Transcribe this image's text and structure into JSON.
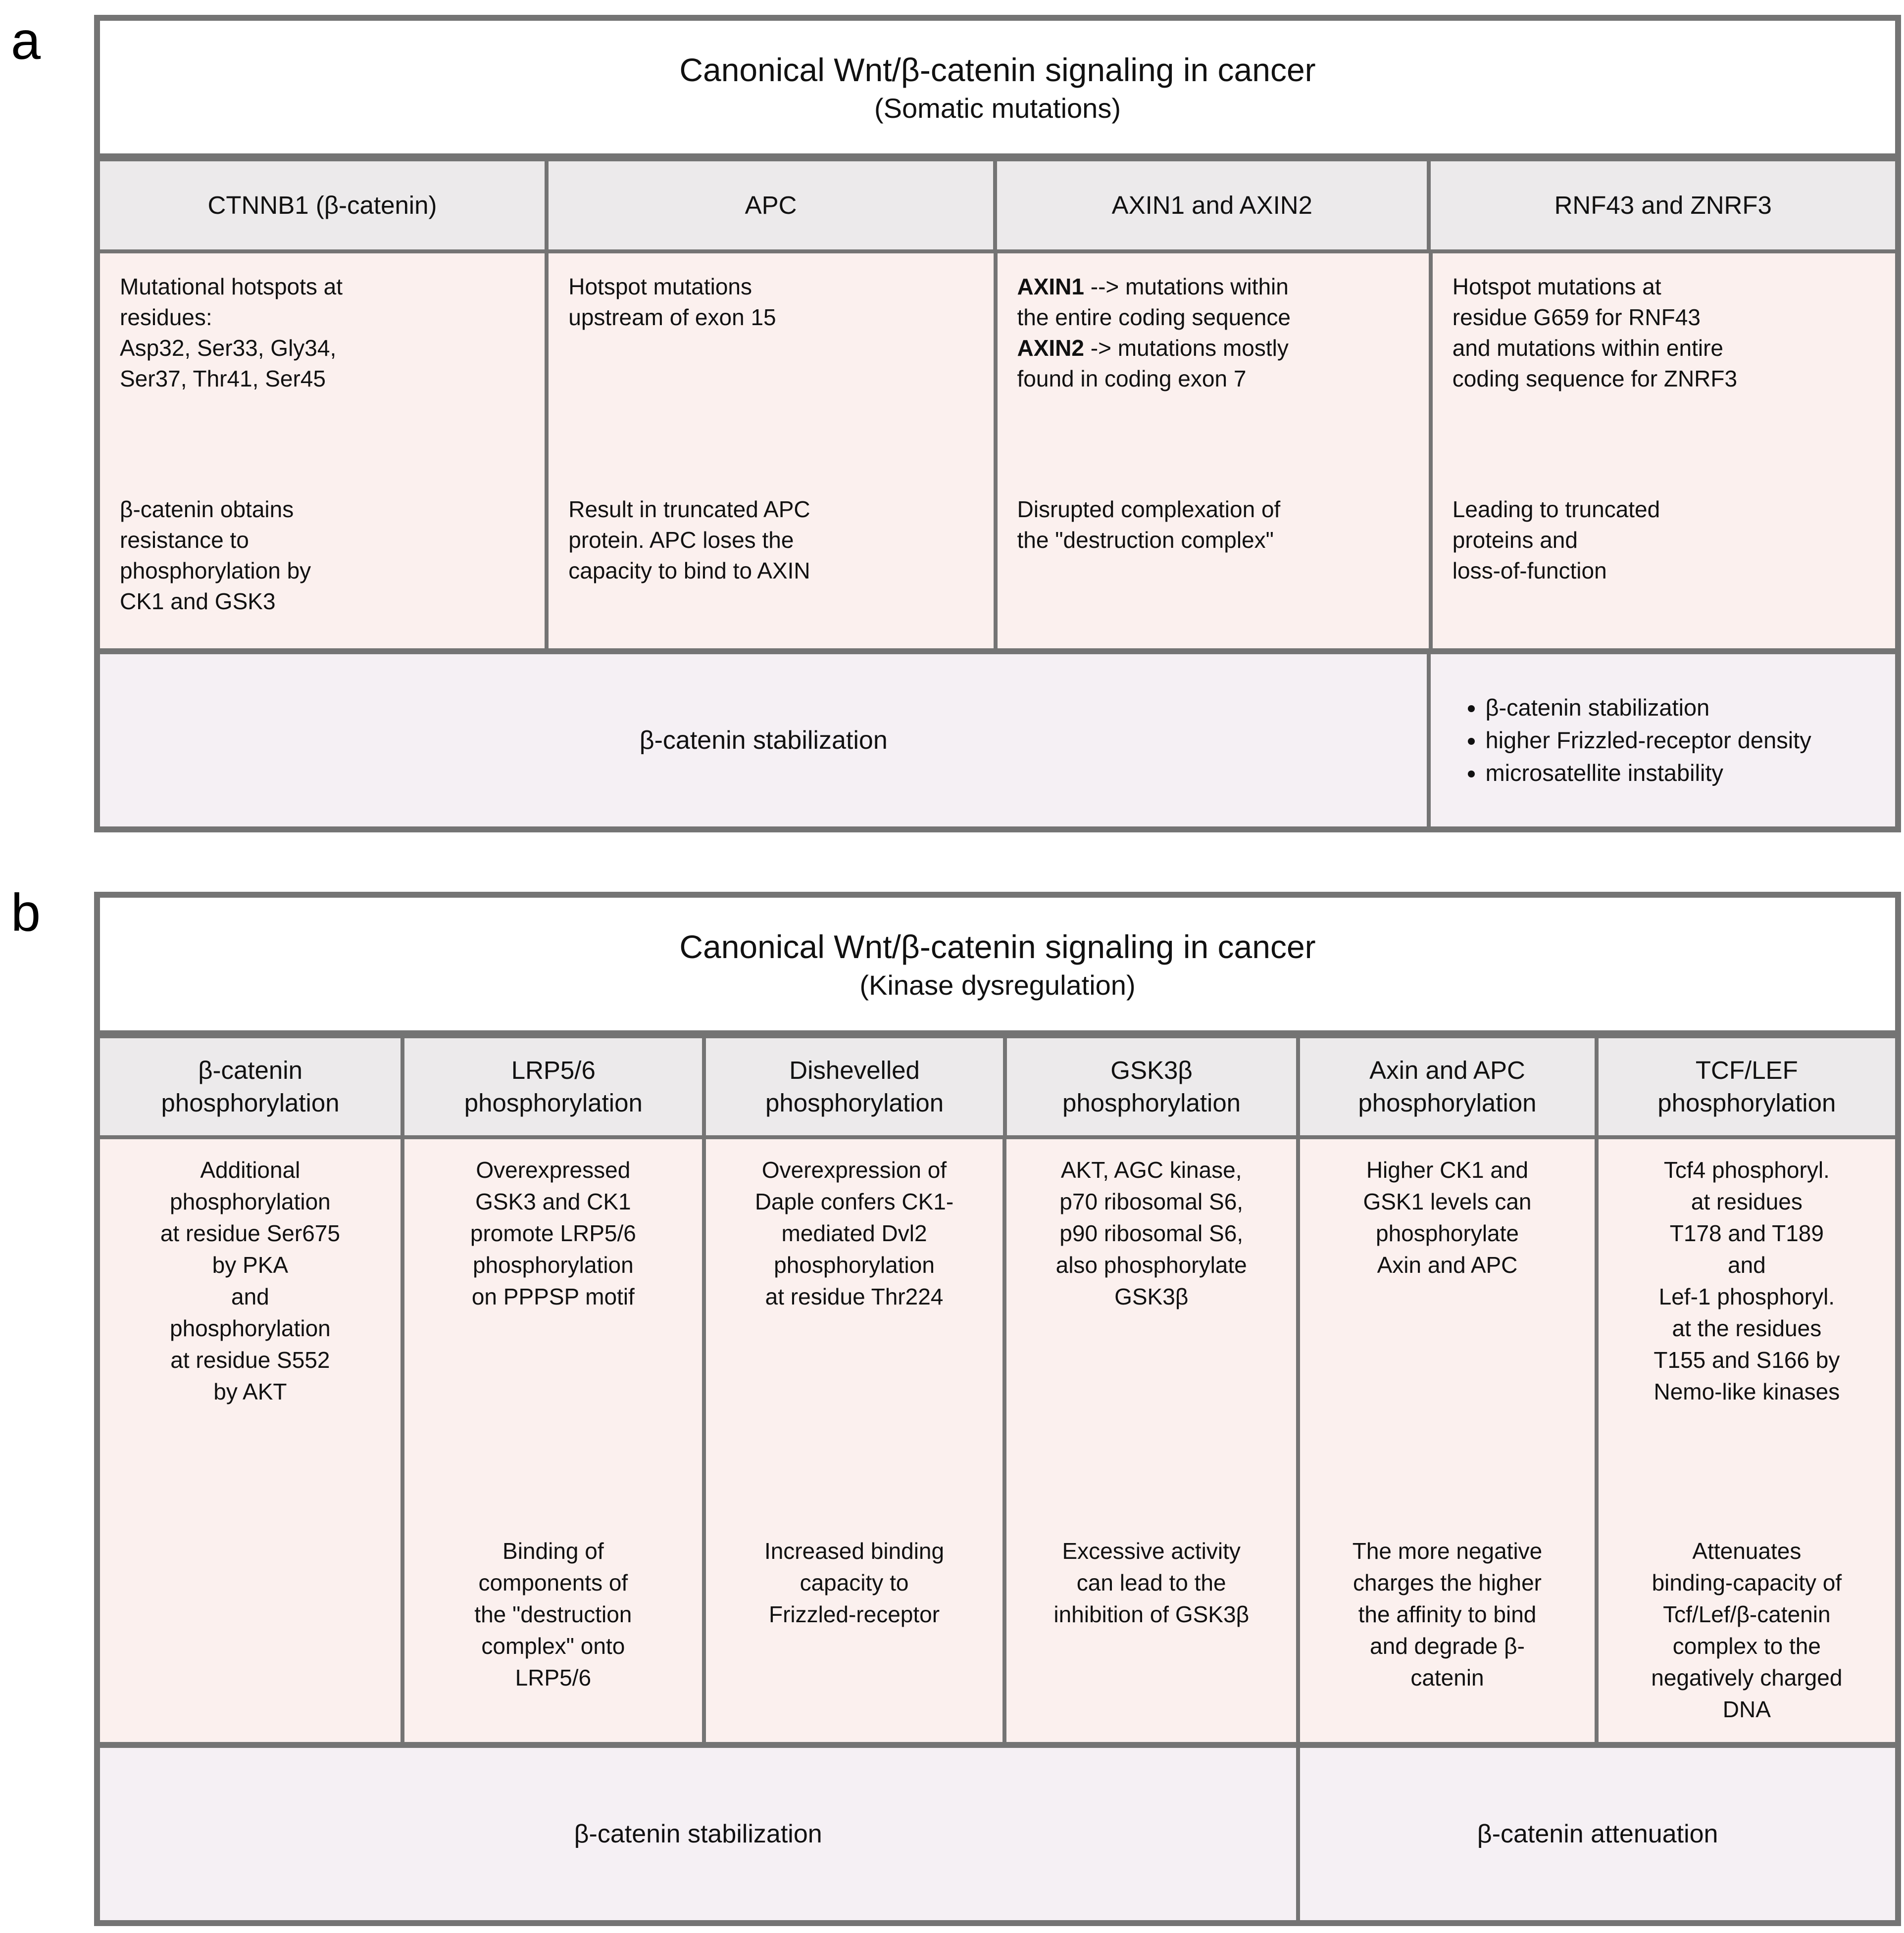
{
  "colors": {
    "border_gray": "#747474",
    "header_bg": "#eceaeb",
    "body_bg": "#fbf0ee",
    "footer_bg": "#f5f0f4",
    "title_bg": "#ffffff",
    "text": "#111111"
  },
  "panel_a": {
    "label": "a",
    "title": "Canonical Wnt/β-catenin signaling in cancer",
    "subtitle": "(Somatic mutations)",
    "headers": [
      "CTNNB1 (β-catenin)",
      "APC",
      "AXIN1 and AXIN2",
      "RNF43 and ZNRF3"
    ],
    "cells": {
      "ctnnb1": {
        "p1": "Mutational hotspots at\nresidues:\nAsp32, Ser33, Gly34,\nSer37, Thr41, Ser45",
        "p2": "β-catenin obtains\nresistance to\nphosphorylation by\nCK1 and GSK3"
      },
      "apc": {
        "p1": "Hotspot mutations\nupstream of exon 15",
        "p2": "Result in truncated APC\nprotein. APC loses the\ncapacity to bind to AXIN"
      },
      "axin": {
        "axin1_label": "AXIN1",
        "axin1_text": " --> mutations within\nthe entire coding sequence\n",
        "axin2_label": "AXIN2",
        "axin2_text": " ->  mutations mostly\nfound in coding exon 7",
        "p2": "Disrupted complexation of\nthe \"destruction complex\""
      },
      "rnf43": {
        "p1": "Hotspot mutations at\nresidue G659 for RNF43\nand mutations within entire\ncoding sequence for ZNRF3",
        "p2": "Leading to truncated\nproteins and\nloss-of-function"
      }
    },
    "footer": {
      "span_text": "β-catenin stabilization",
      "bullets": [
        "β-catenin stabilization",
        "higher Frizzled-receptor density",
        "microsatellite instability"
      ]
    }
  },
  "panel_b": {
    "label": "b",
    "title": "Canonical Wnt/β-catenin signaling in cancer",
    "subtitle": "(Kinase dysregulation)",
    "headers": [
      "β-catenin\nphosphorylation",
      "LRP5/6\nphosphorylation",
      "Dishevelled\nphosphorylation",
      "GSK3β\nphosphorylation",
      "Axin and APC\nphosphorylation",
      "TCF/LEF\nphosphorylation"
    ],
    "cells": [
      {
        "p1": "Additional\nphosphorylation\nat residue Ser675\nby PKA\nand\nphosphorylation\nat residue S552\nby AKT",
        "p2": ""
      },
      {
        "p1": "Overexpressed\nGSK3 and CK1\npromote LRP5/6\nphosphorylation\non PPPSP motif",
        "p2": "Binding of\ncomponents of\nthe \"destruction\ncomplex\" onto\nLRP5/6"
      },
      {
        "p1": "Overexpression of\nDaple confers CK1-\nmediated Dvl2\nphosphorylation\nat residue Thr224",
        "p2": "Increased binding\ncapacity to\nFrizzled-receptor"
      },
      {
        "p1": "AKT,  AGC kinase,\np70 ribosomal S6,\np90 ribosomal S6,\nalso phosphorylate\nGSK3β",
        "p2": "Excessive activity\ncan lead to the\ninhibition of GSK3β"
      },
      {
        "p1": "Higher CK1 and\nGSK1 levels can\nphosphorylate\nAxin and APC",
        "p2": "The more negative\ncharges the higher\nthe affinity to bind\nand degrade β-\ncatenin"
      },
      {
        "p1": "Tcf4 phosphoryl.\nat  residues\nT178 and T189\nand\nLef-1 phosphoryl.\nat the residues\nT155 and S166 by\nNemo-like kinases",
        "p2": "Attenuates\nbinding-capacity of\nTcf/Lef/β-catenin\ncomplex to the\nnegatively charged\nDNA"
      }
    ],
    "footer": {
      "left_text": "β-catenin stabilization",
      "right_text": "β-catenin attenuation"
    }
  }
}
